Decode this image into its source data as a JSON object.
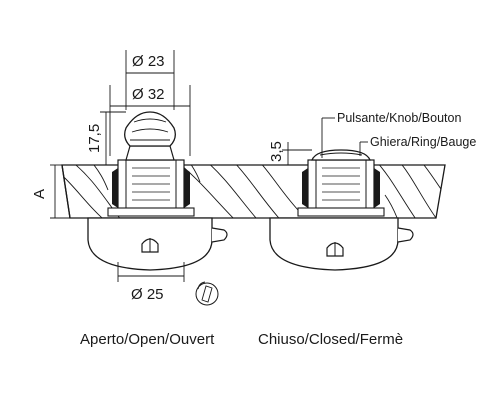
{
  "dimensions": {
    "knob_top_diameter": "Ø 23",
    "knob_diameter": "Ø 32",
    "body_diameter": "Ø 25",
    "knob_height": "17,5",
    "closed_height": "3,5",
    "panel_thickness": "A"
  },
  "callouts": {
    "knob": "Pulsante/Knob/Bouton",
    "ring": "Ghiera/Ring/Bauge"
  },
  "captions": {
    "open": "Aperto/Open/Ouvert",
    "closed": "Chiuso/Closed/Fermè"
  }
}
